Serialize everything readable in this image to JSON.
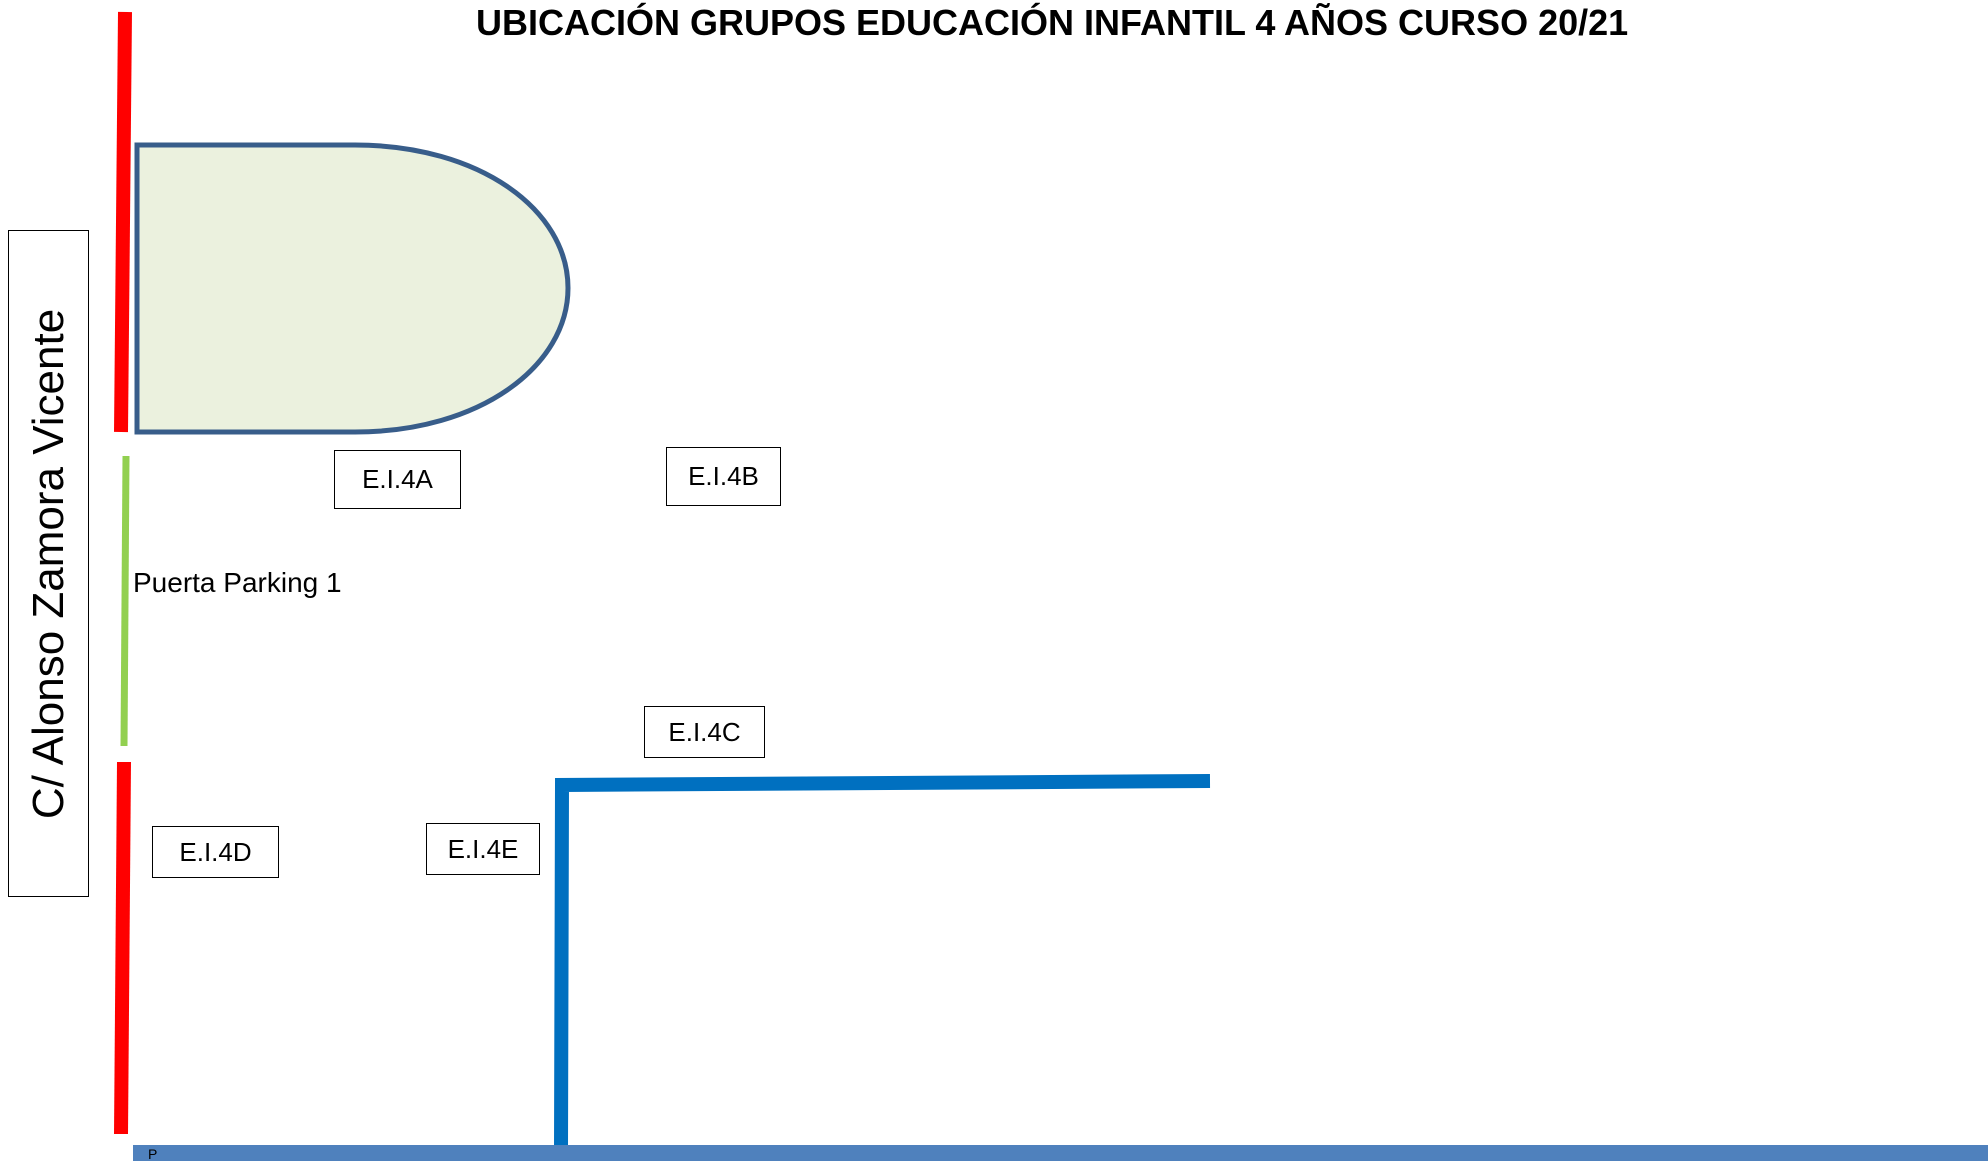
{
  "title": "UBICACIÓN GRUPOS EDUCACIÓN INFANTIL 4 AÑOS CURSO 20/21",
  "street_label": "C/ Alonso Zamora Vicente",
  "gate_label": "Puerta Parking 1",
  "groups": {
    "a": "E.I.4A",
    "b": "E.I.4B",
    "c": "E.I.4C",
    "d": "E.I.4D",
    "e": "E.I.4E"
  },
  "bottom_label": "P",
  "colors": {
    "wall": "#ff0000",
    "gate": "#92d050",
    "fence": "#0070c0",
    "bottom_bar": "#4f81bd",
    "building_fill": "#ebf1de",
    "building_stroke": "#385d8a"
  }
}
